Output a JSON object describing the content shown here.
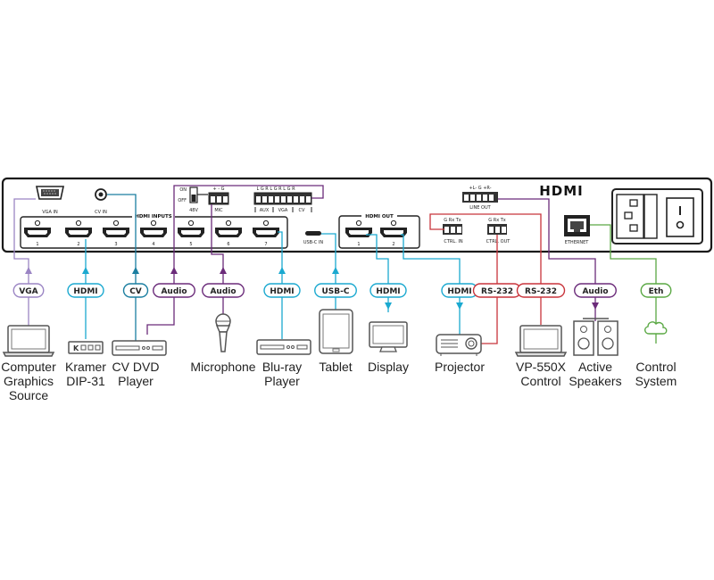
{
  "panel": {
    "vga_in": "VGA IN",
    "cv_in": "CV IN",
    "hdmi_inputs": "HDMI INPUTS",
    "hdmi_input_numbers": [
      "1",
      "2",
      "3",
      "4",
      "5",
      "6",
      "7"
    ],
    "switch_on": "ON",
    "switch_off": "OFF",
    "phantom_48v": "48V",
    "mic_pins": "+ - G",
    "mic": "MIC",
    "audio_pins": "L G R  L G R  L G R",
    "aux": "AUX",
    "vga": "VGA",
    "cv": "CV",
    "usbc_in": "USB-C IN",
    "hdmi_out": "HDMI OUT",
    "hdmi_output_numbers": [
      "1",
      "2"
    ],
    "line_out_pins": "+L- G +R-",
    "line_out": "LINE OUT",
    "ctrl_pins": "G Rx Tx",
    "ctrl_in": "CTRL. IN",
    "ctrl_out": "CTRL. OUT",
    "hdmi_logo": "HDMI",
    "ethernet": "ETHERNET"
  },
  "colors": {
    "vga": "#9b85c4",
    "hdmi": "#1ba9d0",
    "cv": "#1a7ea0",
    "audio": "#6b2b7a",
    "rs232": "#c8343b",
    "eth": "#5aa844"
  },
  "connections": [
    {
      "signal": "VGA",
      "device": "Computer\nGraphics\nSource"
    },
    {
      "signal": "HDMI",
      "device": "Kramer\nDIP-31"
    },
    {
      "signal": "CV",
      "device": "CV DVD\nPlayer"
    },
    {
      "signal": "Audio",
      "device": ""
    },
    {
      "signal": "Audio",
      "device": "Microphone"
    },
    {
      "signal": "HDMI",
      "device": "Blu-ray\nPlayer"
    },
    {
      "signal": "USB-C",
      "device": "Tablet"
    },
    {
      "signal": "HDMI",
      "device": "Display"
    },
    {
      "signal": "HDMI",
      "device": "Projector"
    },
    {
      "signal": "RS-232",
      "device": ""
    },
    {
      "signal": "RS-232",
      "device": "VP-550X\nControl"
    },
    {
      "signal": "Audio",
      "device": "Active\nSpeakers"
    },
    {
      "signal": "Eth",
      "device": "Control\nSystem"
    }
  ]
}
